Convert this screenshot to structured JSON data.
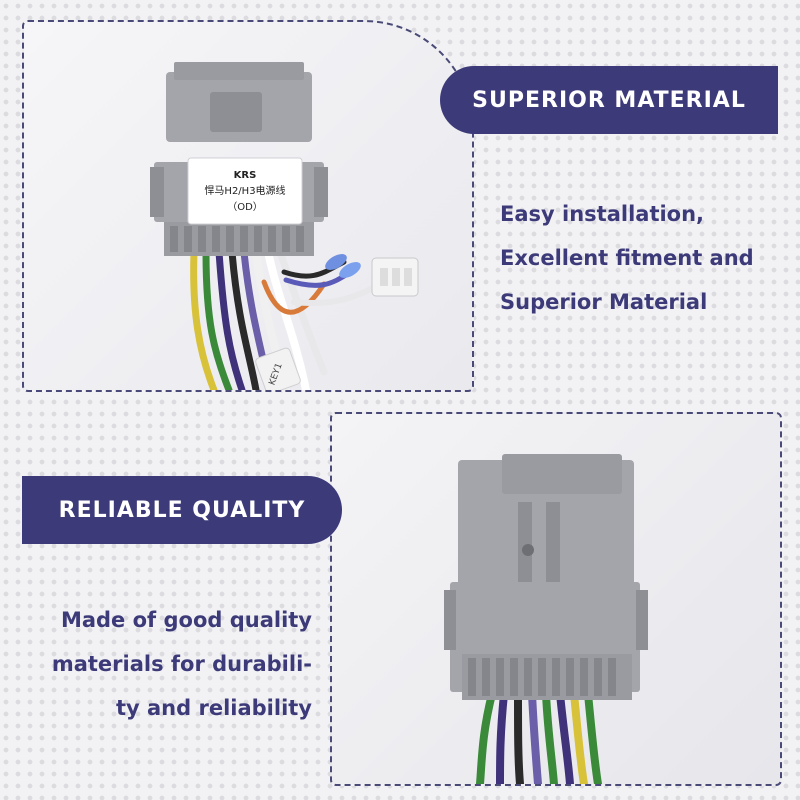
{
  "sections": [
    {
      "heading": "SUPERIOR MATERIAL",
      "description": "Easy installation,\nExcellent fitment and\nSuperior Material"
    },
    {
      "heading": "RELIABLE QUALITY",
      "description": "Made of good quality\nmaterials for durabili-\nty and reliability"
    }
  ],
  "connector_label": {
    "line1": "KRS",
    "line2": "悍马H2/H3电源线",
    "line3": "（OD）"
  },
  "wire_tag": "KEY1",
  "colors": {
    "accent": "#3c3a78",
    "connector_gray": "#9a9ba0",
    "background": "#f2f2f4"
  }
}
